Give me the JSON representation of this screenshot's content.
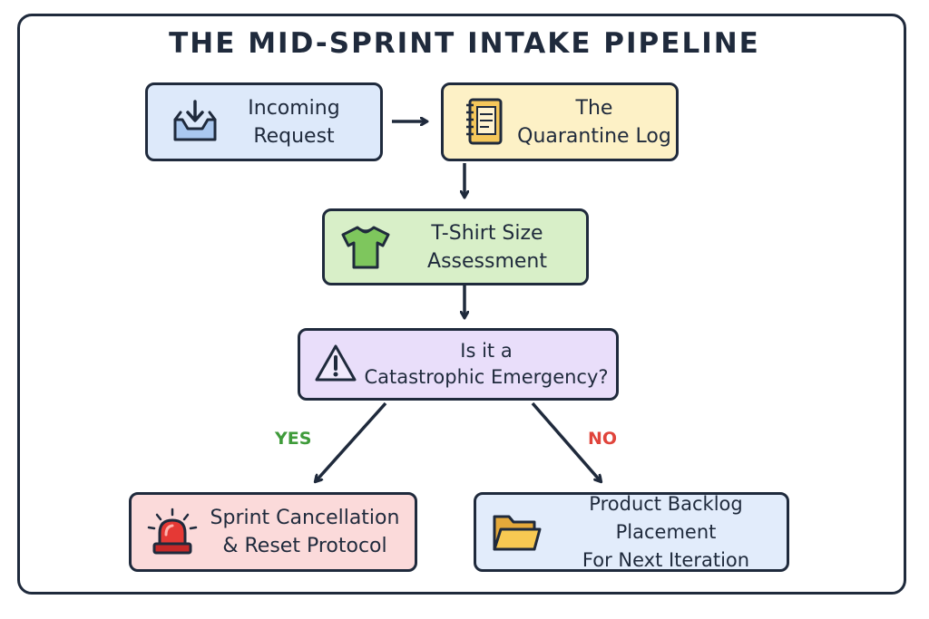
{
  "diagram": {
    "title": "THE MID-SPRINT INTAKE PIPELINE",
    "nodes": {
      "incoming": {
        "line1": "Incoming",
        "line2": "Request",
        "icon": "inbox-download-icon"
      },
      "quarantine": {
        "line1": "The",
        "line2": "Quarantine Log",
        "icon": "notebook-icon"
      },
      "tshirt": {
        "line1": "T-Shirt Size",
        "line2": "Assessment",
        "icon": "tshirt-icon"
      },
      "decision": {
        "line1": "Is it a",
        "line2": "Catastrophic Emergency?",
        "icon": "warning-triangle-icon"
      },
      "cancel": {
        "line1": "Sprint Cancellation",
        "line2": "& Reset Protocol",
        "icon": "alarm-siren-icon"
      },
      "backlog": {
        "line1": "Product Backlog Placement",
        "line2": "For Next Iteration",
        "icon": "folder-icon"
      }
    },
    "branches": {
      "yes": {
        "label": "YES",
        "color": "#3f9b3a"
      },
      "no": {
        "label": "NO",
        "color": "#e0443b"
      }
    },
    "colors": {
      "stroke": "#1f2a3c",
      "incoming_fill": "#dde9fa",
      "quarantine_fill": "#fdf1c6",
      "tshirt_fill": "#d8efc8",
      "decision_fill": "#e9defa",
      "cancel_fill": "#fbdada",
      "backlog_fill": "#e2ecfb"
    }
  }
}
